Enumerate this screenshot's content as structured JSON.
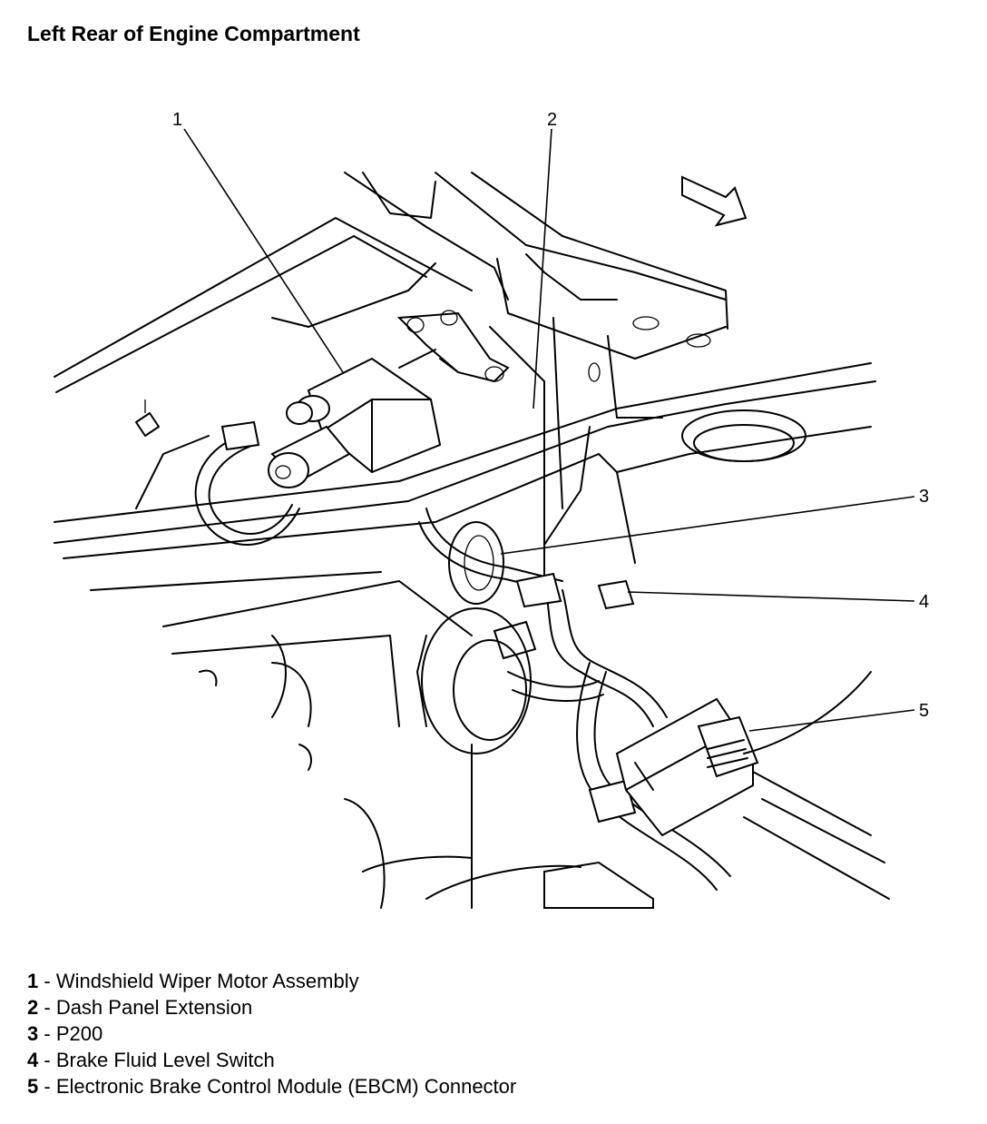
{
  "title": "Left Rear of Engine Compartment",
  "callouts": [
    "1",
    "2",
    "3",
    "4",
    "5"
  ],
  "legend": [
    {
      "num": "1",
      "sep": " - ",
      "text": "Windshield Wiper Motor Assembly"
    },
    {
      "num": "2",
      "sep": " - ",
      "text": "Dash Panel Extension"
    },
    {
      "num": "3",
      "sep": " - ",
      "text": "P200"
    },
    {
      "num": "4",
      "sep": " - ",
      "text": "Brake Fluid Level Switch"
    },
    {
      "num": "5",
      "sep": " - ",
      "text": "Electronic Brake Control Module (EBCM) Connector"
    }
  ]
}
